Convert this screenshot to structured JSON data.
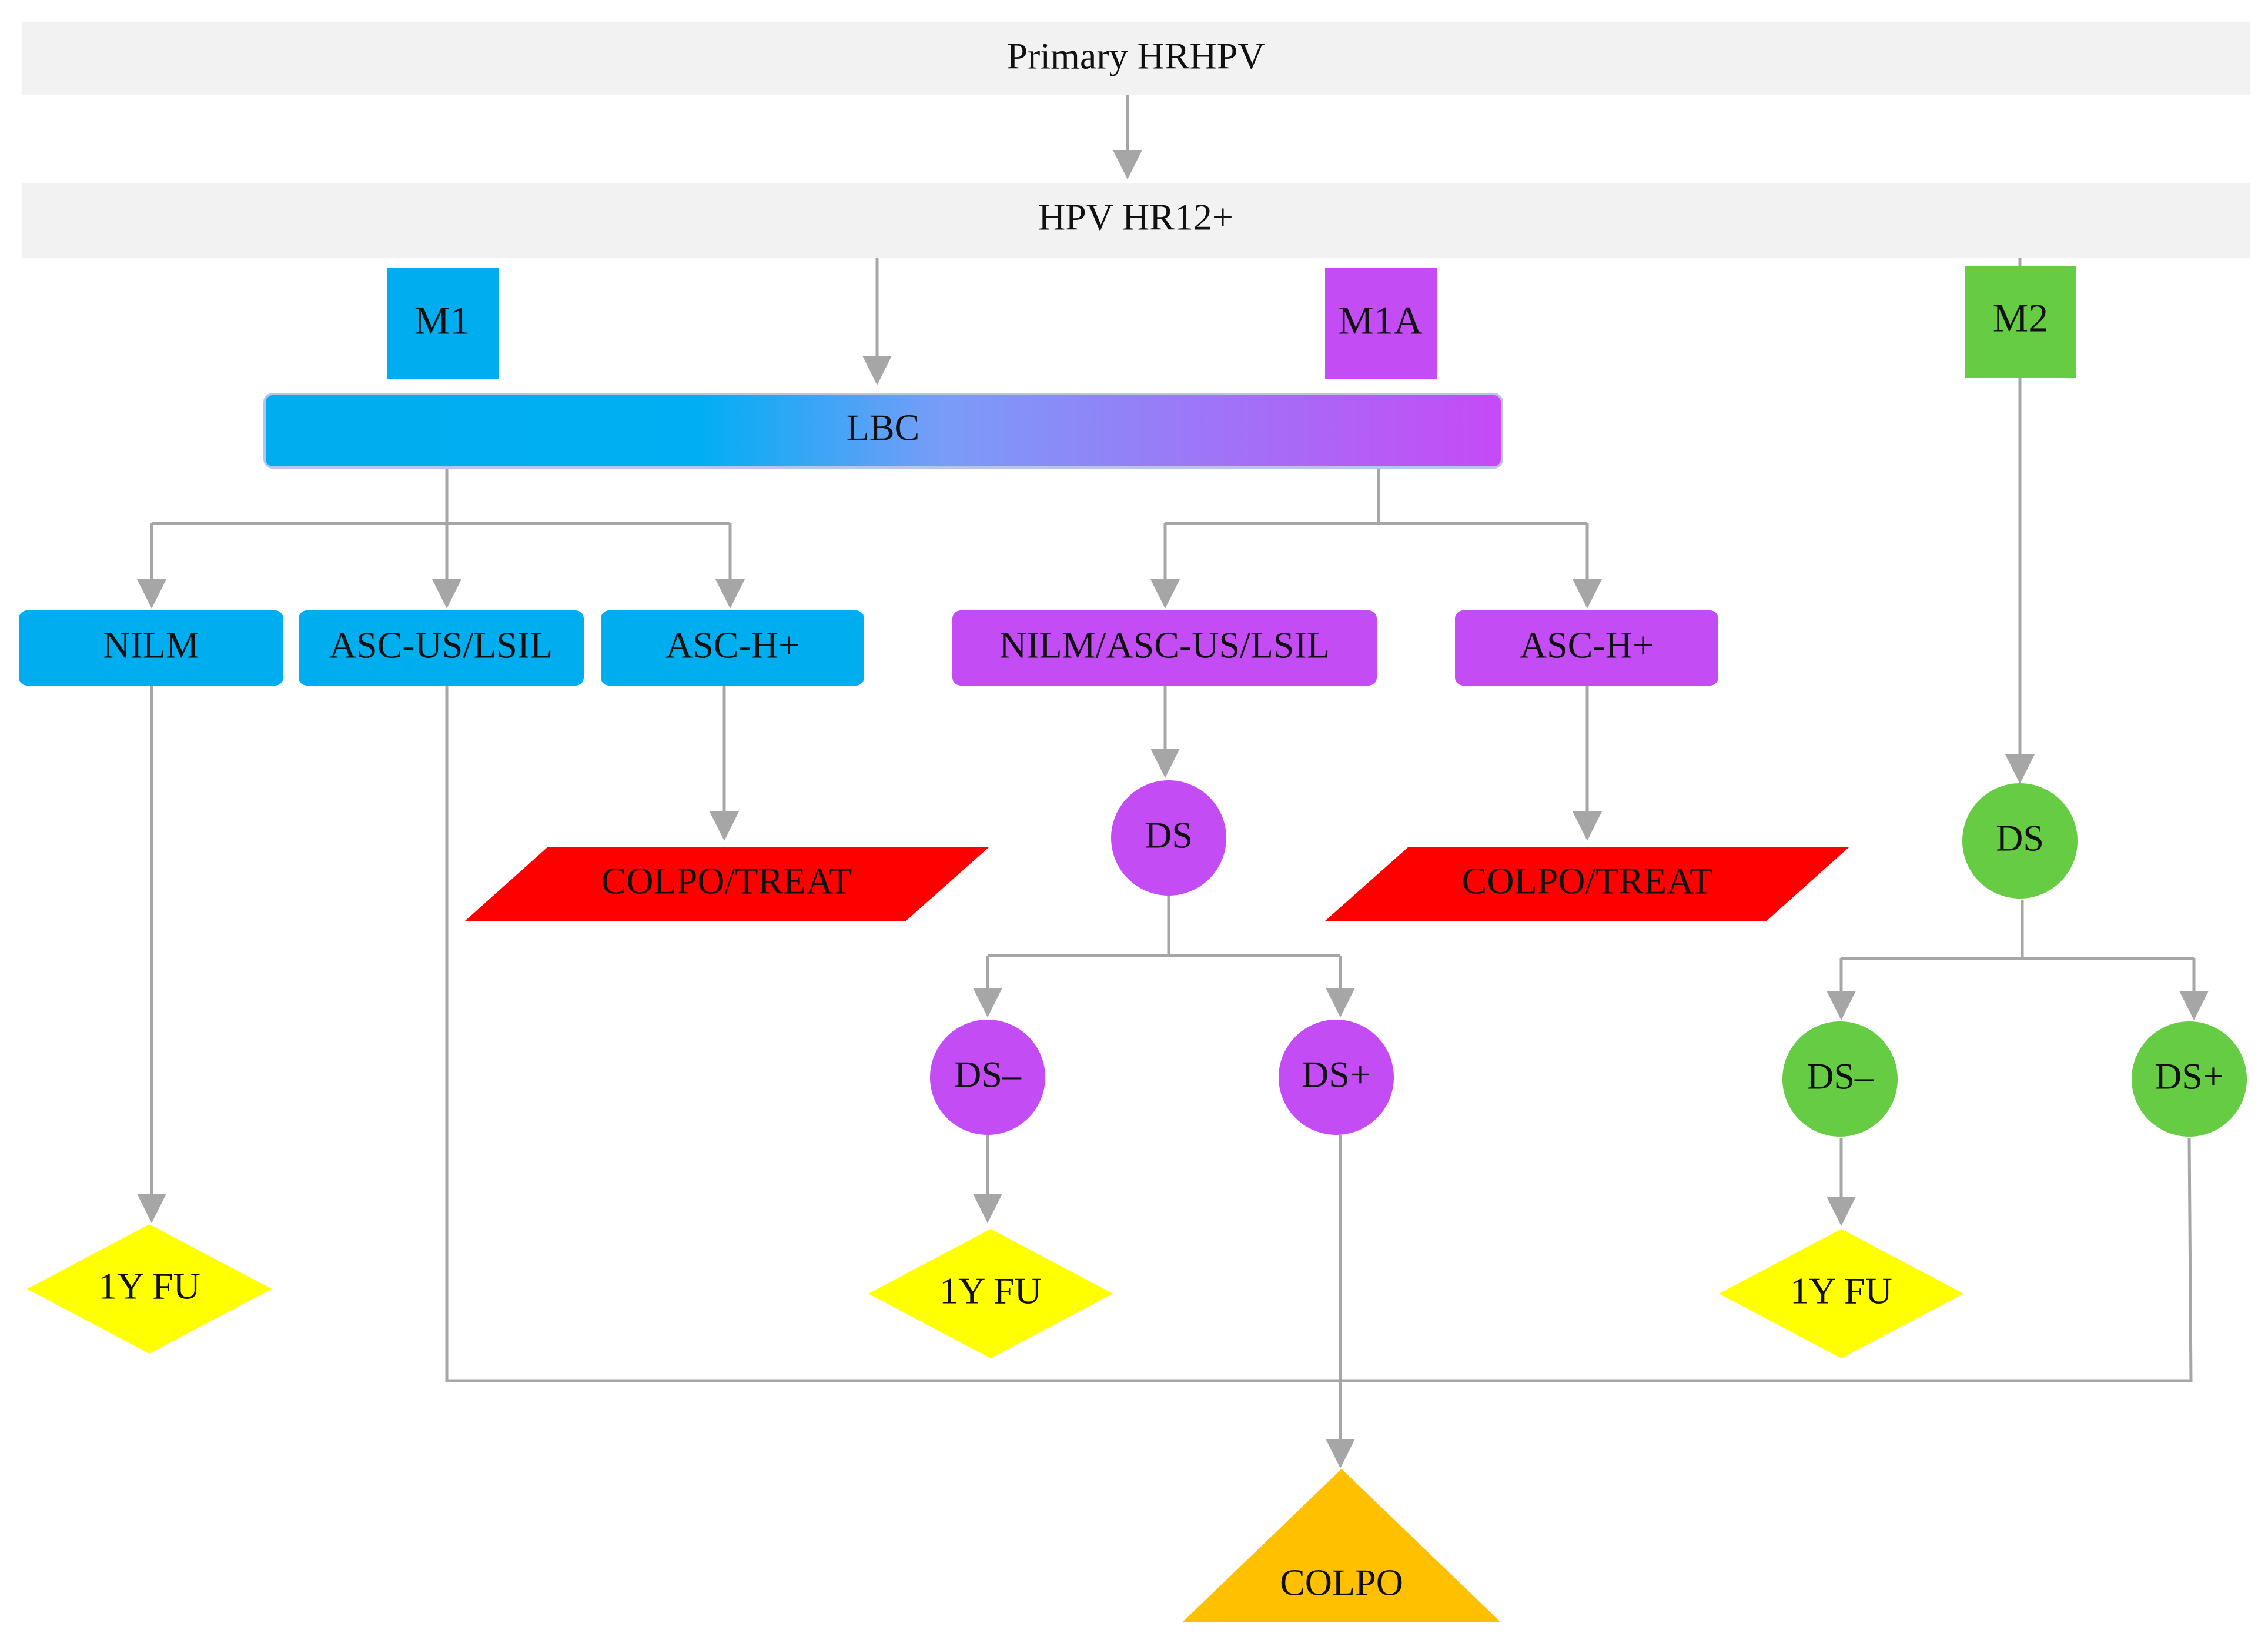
{
  "colors": {
    "band": "#f2f2f2",
    "blue": "#00aeef",
    "purple": "#c34cf5",
    "green": "#66cc44",
    "red": "#ff0000",
    "yellow": "#ffff00",
    "orange": "#ffc000",
    "connector": "#a6a6a6"
  },
  "bands": {
    "primary": "Primary HRHPV",
    "hpv": "HPV HR12+"
  },
  "markers": {
    "m1": "M1",
    "m1a": "M1A",
    "m2": "M2"
  },
  "lbc": "LBC",
  "m1_results": {
    "nilm": "NILM",
    "ascus": "ASC-US/LSIL",
    "asch": "ASC-H+"
  },
  "m1a_results": {
    "nilm_ascus": "NILM/ASC-US/LSIL",
    "asch": "ASC-H+"
  },
  "ds": {
    "m1a": "DS",
    "m1a_neg": "DS–",
    "m1a_pos": "DS+",
    "m2": "DS",
    "m2_neg": "DS–",
    "m2_pos": "DS+"
  },
  "outcomes": {
    "colpo_treat_1": "COLPO/TREAT",
    "colpo_treat_2": "COLPO/TREAT",
    "fu_1": "1Y FU",
    "fu_2": "1Y FU",
    "fu_3": "1Y FU",
    "colpo": "COLPO"
  }
}
